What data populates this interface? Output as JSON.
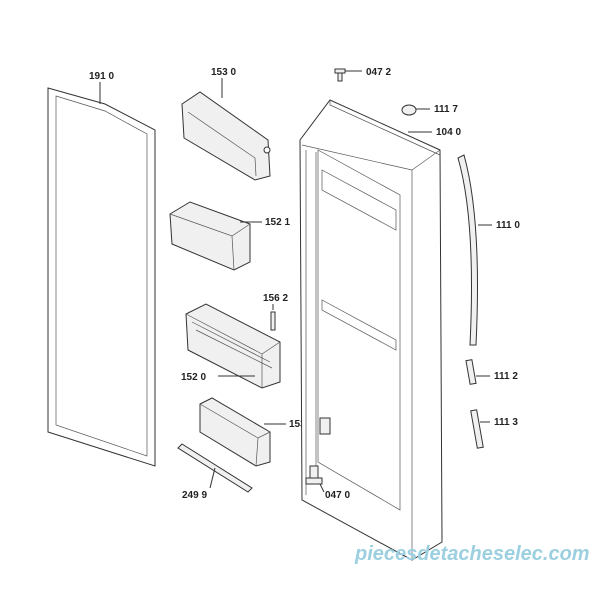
{
  "parts": {
    "p1910": "191 0",
    "p1530": "153 0",
    "p0472": "047 2",
    "p1117": "111 7",
    "p1040": "104 0",
    "p1521": "152 1",
    "p1110": "111 0",
    "p1562": "156 2",
    "p1520": "152 0",
    "p1112": "111 2",
    "p1533": "153 3",
    "p1113": "111 3",
    "p2499": "249 9",
    "p0470": "047 0"
  },
  "watermark": "piecesdetacheselec.com"
}
